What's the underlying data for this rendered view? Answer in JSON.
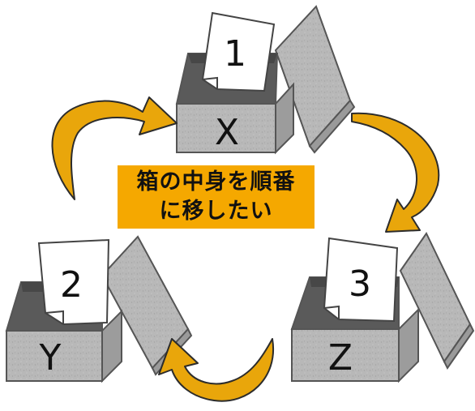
{
  "caption": {
    "line1": "箱の中身を順番",
    "line2": "に移したい"
  },
  "boxes": [
    {
      "label": "X",
      "paper": "1"
    },
    {
      "label": "Y",
      "paper": "2"
    },
    {
      "label": "Z",
      "paper": "3"
    }
  ],
  "colors": {
    "box_face": "#b5b5b5",
    "box_side": "#9c9c9c",
    "box_interior": "#5a5a5a",
    "box_outline": "#555555",
    "arrow": "#e9a60b",
    "arrow_outline": "#2c2c2c",
    "caption_bg": "#f5a800"
  }
}
